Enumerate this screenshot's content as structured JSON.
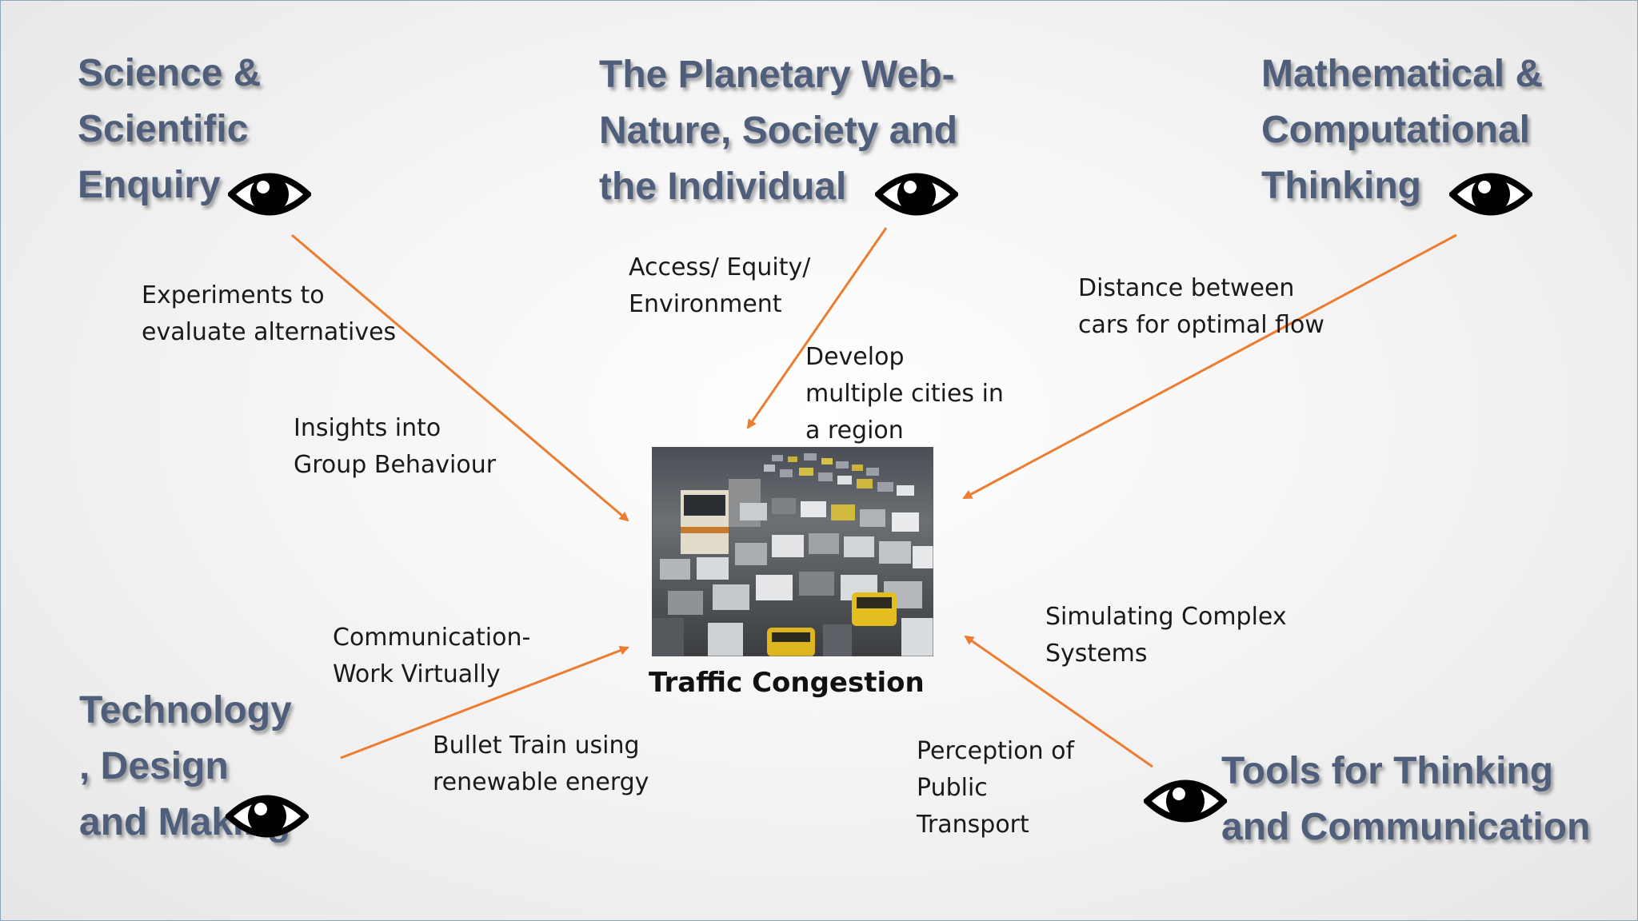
{
  "headings": {
    "science": "Science &\nScientific\nEnquiry",
    "planetary": "The Planetary Web-\nNature, Society and\nthe Individual",
    "math": "Mathematical &\nComputational\nThinking",
    "technology": "Technology\n, Design\nand Making",
    "tools": "Tools for Thinking\nand Communication"
  },
  "notes": {
    "experiments": "Experiments to\nevaluate alternatives",
    "insights": "Insights into\nGroup Behaviour",
    "access": "Access/ Equity/\nEnvironment",
    "develop": "Develop\nmultiple cities in\na region",
    "distance": "Distance between\ncars for optimal flow",
    "simulating": "Simulating Complex\nSystems",
    "perception": "Perception of\nPublic\nTransport",
    "communication": "Communication-\nWork Virtually",
    "bullet_train": "Bullet Train using\nrenewable energy"
  },
  "center": {
    "caption": "Traffic Congestion",
    "image_description": "traffic-jam-photo"
  },
  "icons": [
    "eye-icon"
  ],
  "colors": {
    "heading": "#4f5f7b",
    "arrow": "#ec7c30",
    "text": "#1a1a1a"
  }
}
